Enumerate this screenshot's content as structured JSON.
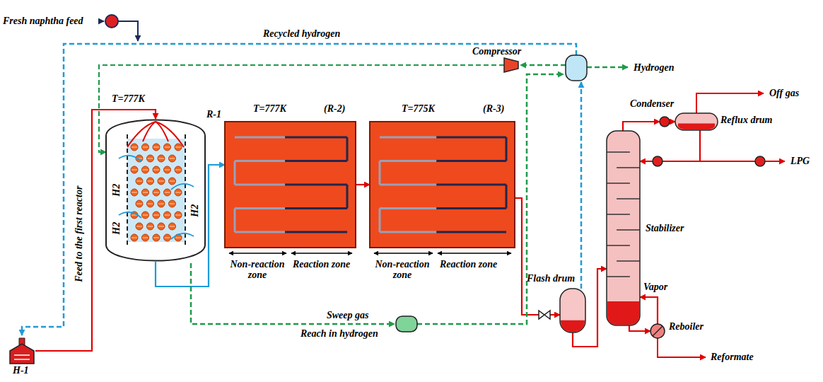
{
  "diagram": {
    "nodes": [
      {
        "text": [
          "T=777K",
          "R-1"
        ]
      },
      {
        "text": [
          "T=777K",
          "(R-2)"
        ]
      },
      {
        "text": [
          "T=775K",
          "(R-3)"
        ]
      },
      {
        "text": [
          "Compressor"
        ]
      },
      {
        "text": [
          "H-1"
        ]
      },
      {
        "text": [
          "Flash drum"
        ]
      },
      {
        "text": [
          "Stabilizer"
        ]
      },
      {
        "text": [
          "Condenser"
        ]
      },
      {
        "text": [
          "Reflux drum"
        ]
      },
      {
        "text": [
          "Reboiler"
        ]
      }
    ],
    "edges": [
      {
        "from": 4,
        "to": 0,
        "arrow": "to"
      },
      {
        "from": 0,
        "to": 1,
        "arrow": "to"
      },
      {
        "from": 1,
        "to": 2,
        "arrow": "to"
      },
      {
        "from": 2,
        "to": 5,
        "arrow": "to"
      },
      {
        "from": 5,
        "to": 6,
        "arrow": "to"
      },
      {
        "from": 6,
        "to": 7,
        "arrow": "to"
      },
      {
        "from": 7,
        "to": 8,
        "arrow": "to"
      },
      {
        "from": 8,
        "to": 6,
        "arrow": "to"
      },
      {
        "from": 6,
        "to": 9,
        "arrow": "to"
      },
      {
        "from": 9,
        "to": 6,
        "label": "Vapor",
        "arrow": "to"
      },
      {
        "from": 3,
        "to": 0,
        "arrow": "to"
      }
    ],
    "labels": [
      "Fresh naphtha feed",
      "Recycled hydrogen",
      "Hydrogen",
      "H2",
      "H2",
      "H2",
      "Non-reaction zone",
      "Reaction zone",
      "Non-reaction zone",
      "Reaction zone",
      "Off gas",
      "LPG",
      "Reformate",
      "Feed to the first reactor",
      "Sweep gas",
      "Reach in hydrogen"
    ]
  }
}
